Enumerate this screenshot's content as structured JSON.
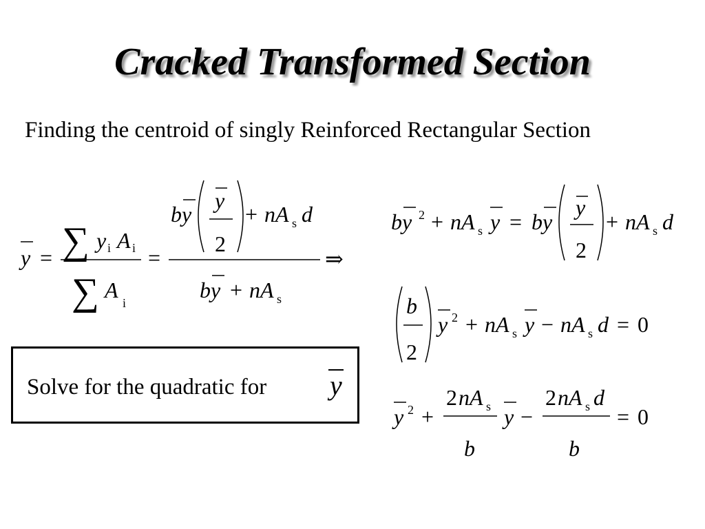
{
  "slide": {
    "title": "Cracked Transformed Section",
    "subtitle": "Finding the centroid of singly Reinforced Rectangular Section",
    "box_text": "Solve for the quadratic for",
    "box_variable": "y"
  },
  "equations": {
    "centroid_definition": "ȳ = ΣyᵢAᵢ / ΣAᵢ = [bȳ(ȳ/2) + nAₛd] / (bȳ + nAₛ) ⇒",
    "step_1": "bȳ² + nAₛȳ = bȳ(ȳ/2) + nAₛd",
    "step_2": "(b/2)ȳ² + nAₛȳ − nAₛd = 0",
    "step_3": "ȳ² + (2nAₛ/b)ȳ − (2nAₛd/b) = 0"
  }
}
